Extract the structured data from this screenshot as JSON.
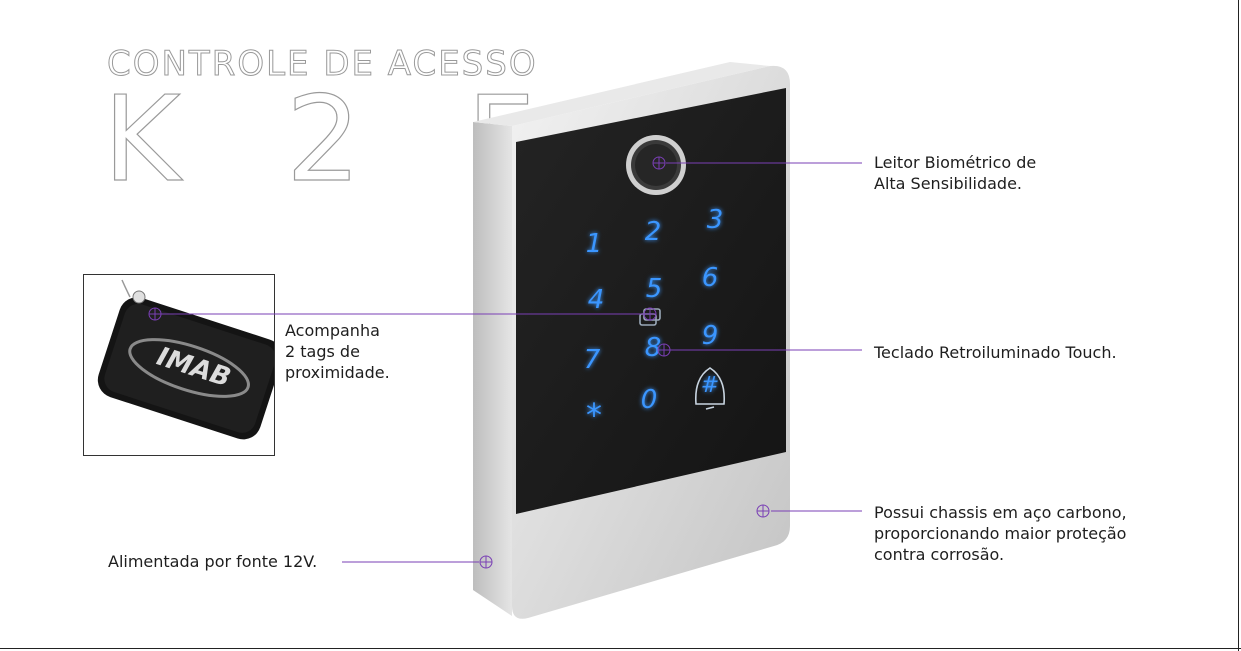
{
  "heading": {
    "subtitle": "CONTROLE DE ACESSO",
    "model": "K 2 F"
  },
  "keypad": {
    "keys": [
      "1",
      "2",
      "3",
      "4",
      "5",
      "6",
      "7",
      "8",
      "9",
      "*",
      "0",
      "#"
    ]
  },
  "tag": {
    "brand": "IMAB"
  },
  "callouts": {
    "biometric": [
      "Leitor Biométrico de",
      "Alta Sensibilidade."
    ],
    "keypad": [
      "Teclado Retroiluminado Touch."
    ],
    "chassis": [
      "Possui chassis em aço carbono,",
      "proporcionando maior proteção",
      "contra corrosão."
    ],
    "tags": [
      "Acompanha",
      "2 tags de",
      "proximidade."
    ],
    "power": [
      "Alimentada por fonte 12V."
    ]
  },
  "colors": {
    "accent": "#7a3fb5",
    "key_glow": "#2f8cff",
    "panel": "#1c1c1c",
    "chassis": "#d9d9d9"
  }
}
